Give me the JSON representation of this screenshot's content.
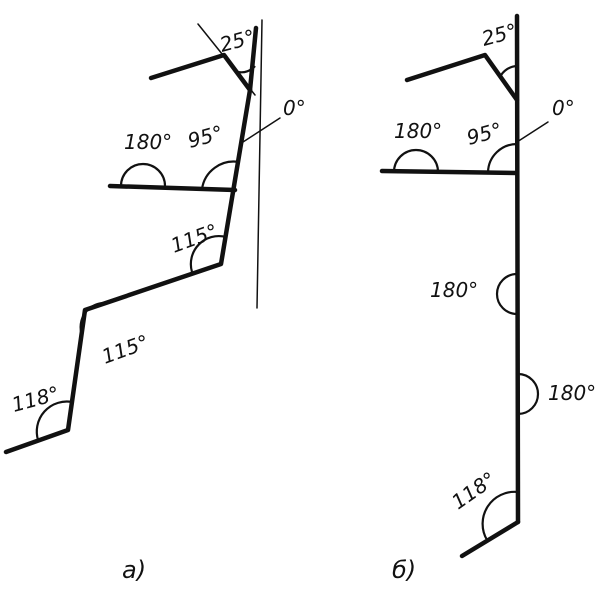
{
  "panel_a": {
    "caption": "a)",
    "angles": [
      "25°",
      "0°",
      "180°",
      "95°",
      "115°",
      "115°",
      "118°"
    ]
  },
  "panel_b": {
    "caption": "б)",
    "angles": [
      "25°",
      "0°",
      "180°",
      "95°",
      "180°",
      "180°",
      "118°"
    ]
  }
}
